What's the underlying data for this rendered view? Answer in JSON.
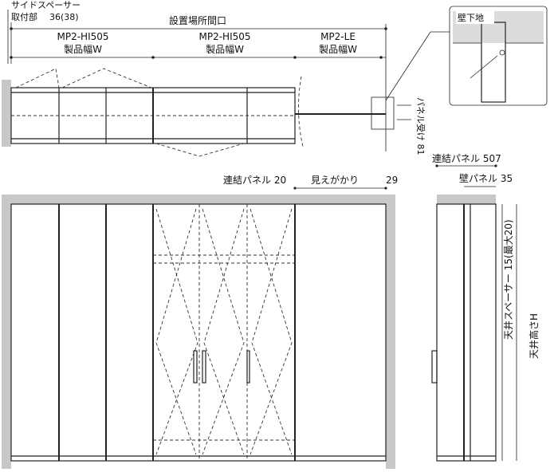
{
  "labels": {
    "side_spacer": "サイドスペーサー",
    "mount_part": "取付部",
    "mount_value": "36(38)",
    "opening_title": "設置場所間口",
    "model_1": "MP2-HI505",
    "model_2": "MP2-HI505",
    "model_3": "MP2-LE",
    "width_1": "製品幅W",
    "width_2": "製品幅W",
    "width_3": "製品幅W",
    "wall_base": "壁下地",
    "panel_receiver": "パネル受け 81",
    "link_panel_20": "連結パネル 20",
    "visible_overlap": "見えがかり",
    "value_29": "29",
    "link_panel_507": "連結パネル 507",
    "wall_panel_35": "壁パネル 35",
    "ceiling_spacer": "天井スペーサー 15(最大20)",
    "ceiling_height": "天井高さH"
  },
  "colors": {
    "wall": "#c8c8c8",
    "line": "#222222"
  }
}
